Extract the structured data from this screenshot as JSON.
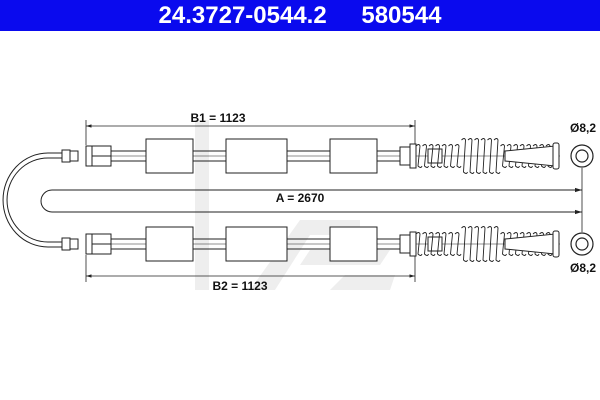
{
  "header": {
    "part_number": "24.3727-0544.2",
    "ref_number": "580544",
    "background_color": "#0a0aee"
  },
  "dimensions": {
    "b1": "B1 = 1123",
    "b2": "B2 = 1123",
    "a": "A = 2670",
    "eye_top": "Ø8,2",
    "eye_bottom": "Ø8,2"
  },
  "watermark": "Ate"
}
